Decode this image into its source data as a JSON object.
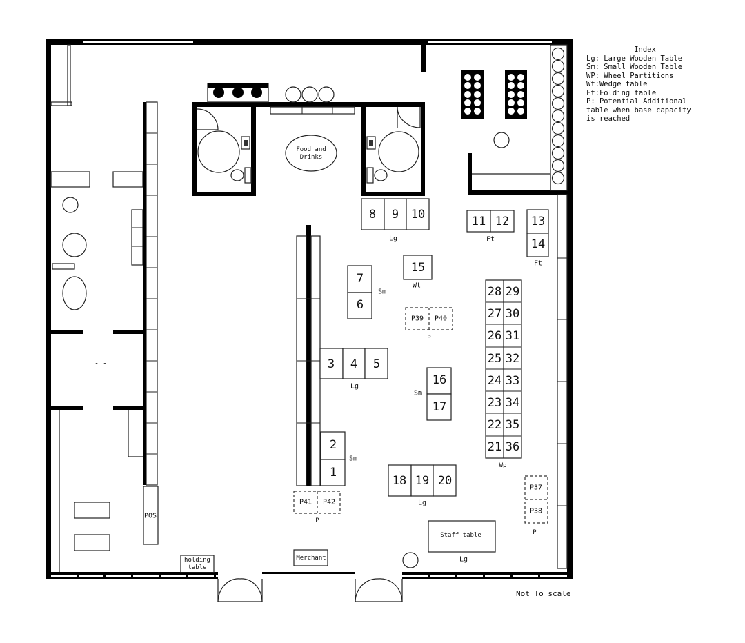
{
  "legend": {
    "title": "Index",
    "items": [
      "Lg: Large Wooden Table",
      "Sm: Small Wooden Table",
      "WP: Wheel Partitions",
      "Wt:Wedge table",
      "Ft:Folding table",
      "P: Potential Additional table when base capacity is reached"
    ]
  },
  "scale_note": "Not To scale",
  "labels": {
    "food_drinks_1": "Food and",
    "food_drinks_2": "Drinks",
    "pos": "POS",
    "merchant": "Merchant",
    "holding_1": "holding",
    "holding_2": "table",
    "staff": "Staff table",
    "dash": "- -"
  },
  "tables": {
    "t8": "8",
    "t9": "9",
    "t10": "10",
    "t11": "11",
    "t12": "12",
    "t13": "13",
    "t14": "14",
    "t15": "15",
    "t7": "7",
    "t6": "6",
    "t3": "3",
    "t4": "4",
    "t5": "5",
    "t16": "16",
    "t17": "17",
    "t2": "2",
    "t1": "1",
    "t18": "18",
    "t19": "19",
    "t20": "20",
    "t28": "28",
    "t29": "29",
    "t27": "27",
    "t30": "30",
    "t26": "26",
    "t31": "31",
    "t25": "25",
    "t32": "32",
    "t24": "24",
    "t33": "33",
    "t23": "23",
    "t34": "34",
    "t22": "22",
    "t35": "35",
    "t21": "21",
    "t36": "36",
    "p39": "P39",
    "p40": "P40",
    "p41": "P41",
    "p42": "P42",
    "p37": "P37",
    "p38": "P38"
  },
  "tags": {
    "lg_top": "Lg",
    "ft_1": "Ft",
    "ft_2": "Ft",
    "wt": "Wt",
    "sm_1": "Sm",
    "p_1": "P",
    "lg_mid": "Lg",
    "sm_2": "Sm",
    "sm_3": "Sm",
    "p_2": "P",
    "lg_bot": "Lg",
    "wp": "Wp",
    "p_3": "P",
    "lg_staff": "Lg"
  }
}
